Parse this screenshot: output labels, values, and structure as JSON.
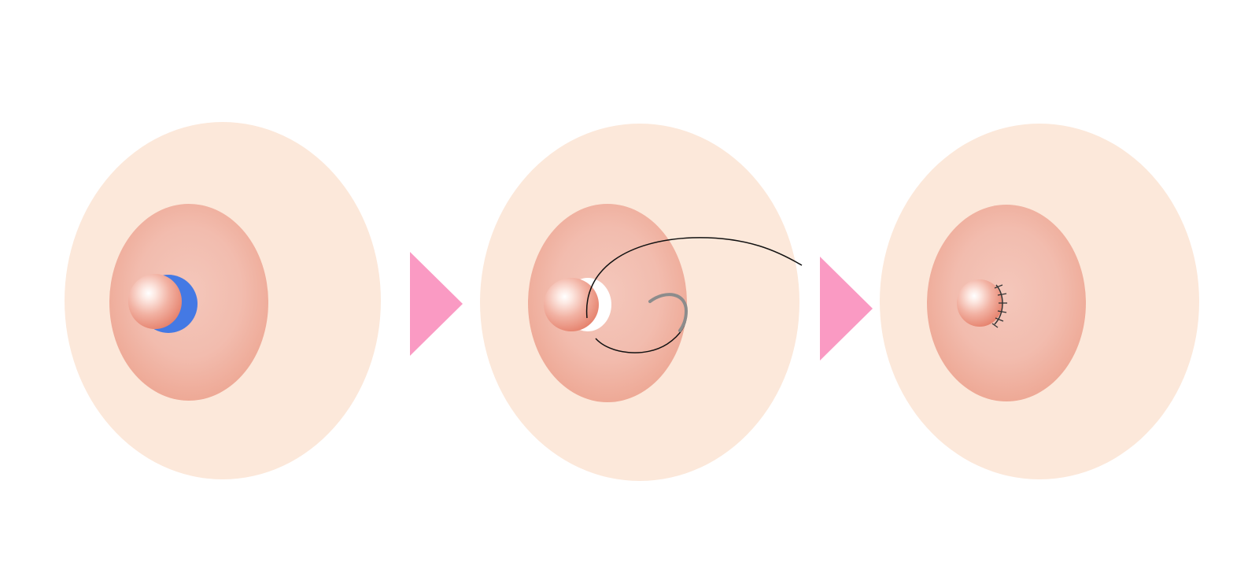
{
  "diagram": {
    "steps": [
      {
        "id": "step-1",
        "stage": "marked",
        "incision_marking": "blue-crescent"
      },
      {
        "id": "step-2",
        "stage": "excised-and-sutured-with-needle",
        "wound": "white-crescent",
        "instrument": "curved-needle-with-thread"
      },
      {
        "id": "step-3",
        "stage": "closed",
        "closure": "stitches"
      }
    ],
    "arrows": [
      {
        "from": "step-1",
        "to": "step-2",
        "icon": "triangle-arrow-right-icon"
      },
      {
        "from": "step-2",
        "to": "step-3",
        "icon": "triangle-arrow-right-icon"
      }
    ],
    "colors": {
      "background": "#ffffff",
      "breast": "#fce8da",
      "areola_center": "#f4c7bb",
      "areola_edge": "#eea996",
      "nipple_highlight": "#ffffff",
      "nipple_mid": "#f2b2a3",
      "nipple_dark": "#e5806b",
      "marking_blue": "#4479e4",
      "wound_white": "#ffffff",
      "arrow_pink": "#fa9ac3",
      "thread": "#111111",
      "needle": "#8c8c8c",
      "stitch": "#333333"
    }
  }
}
